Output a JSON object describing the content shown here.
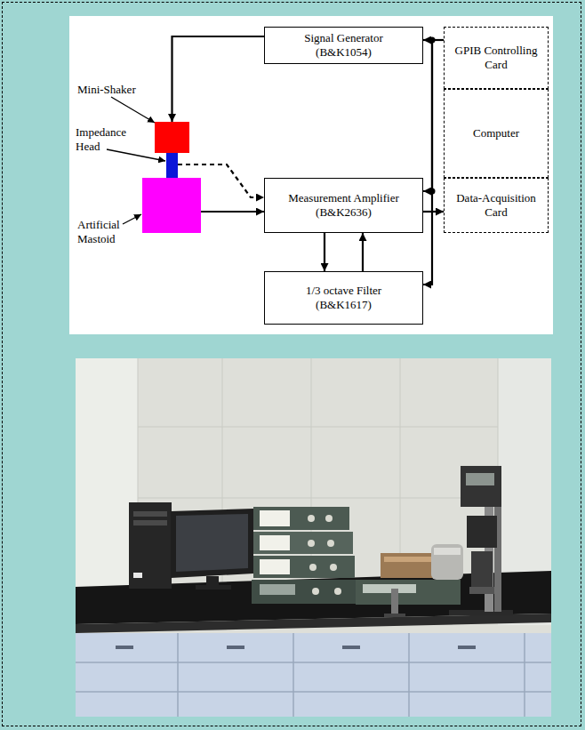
{
  "diagram": {
    "nodes": [
      {
        "text": [
          "Signal Generator",
          "(B&K1054)"
        ]
      },
      {
        "text": [
          "GPIB Controlling Card"
        ]
      },
      {
        "text": [
          "Mini-Shaker"
        ]
      },
      {
        "text": [
          "Computer"
        ]
      },
      {
        "text": [
          "Impedance Head"
        ]
      },
      {
        "text": [
          "Artificial Mastoid"
        ]
      },
      {
        "text": [
          "Measurement Amplifier",
          "(B&K2636)"
        ]
      },
      {
        "text": [
          "Data-Acquisition Card"
        ]
      },
      {
        "text": [
          "1/3 octave Filter",
          "(B&K1617)"
        ]
      }
    ],
    "edges": [
      {
        "from": 0,
        "to": 2,
        "arrow": "to"
      },
      {
        "from": 1,
        "to": 0,
        "arrow": "to"
      },
      {
        "from": 1,
        "to": 6,
        "arrow": "to"
      },
      {
        "from": 1,
        "to": 8,
        "arrow": "to"
      },
      {
        "from": 4,
        "to": 6,
        "arrow": "to"
      },
      {
        "from": 5,
        "to": 6,
        "arrow": "to"
      },
      {
        "from": 6,
        "to": 7,
        "arrow": "to"
      },
      {
        "from": 6,
        "to": 8,
        "arrow": "to"
      },
      {
        "from": 8,
        "to": 6,
        "arrow": "to"
      }
    ]
  }
}
